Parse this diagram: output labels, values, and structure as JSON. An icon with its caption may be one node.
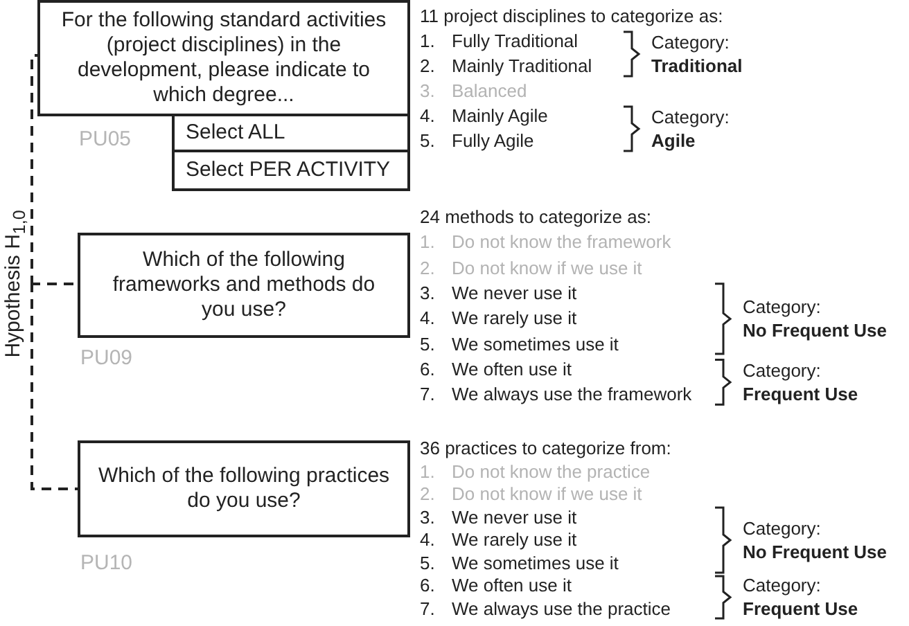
{
  "diagram": {
    "nodes": [
      {
        "text": [
          "Hypothesis H$_{1,0}$"
        ]
      },
      {
        "text": [
          "For the following standard activities (project disciplines) in the development, please indicate to which degree..."
        ],
        "beside": [
          "PU05"
        ]
      },
      {
        "text": [
          "Select ALL"
        ]
      },
      {
        "text": [
          "Select PER ACTIVITY"
        ]
      },
      {
        "text": [
          "Which of the following frameworks and methods do you use?"
        ],
        "beside": [
          "PU09"
        ]
      },
      {
        "text": [
          "Which of the following practices do you use?"
        ],
        "beside": [
          "PU10"
        ]
      }
    ],
    "edges": [
      {
        "from": 0,
        "to": 1,
        "arrow": "none",
        "style": "dashed"
      },
      {
        "from": 0,
        "to": 4,
        "arrow": "none",
        "style": "dashed"
      },
      {
        "from": 0,
        "to": 5,
        "arrow": "none",
        "style": "dashed"
      }
    ],
    "labels": [
      "11 project disciplines to categorize as:",
      "1.",
      "Fully Traditional",
      "2.",
      "Mainly Traditional",
      "Category:",
      "Traditional",
      "3.",
      "Balanced",
      "4.",
      "Mainly Agile",
      "5.",
      "Fully Agile",
      "Category:",
      "Agile",
      "24 methods to categorize as:",
      "1.",
      "Do not know the framework",
      "2.",
      "Do not know if we use it",
      "3.",
      "We never use it",
      "4.",
      "We rarely use it",
      "5.",
      "We sometimes use it",
      "Category:",
      "No Frequent Use",
      "6.",
      "We often use it",
      "7.",
      "We always use the framework",
      "Category:",
      "Frequent Use",
      "36 practices to categorize from:",
      "1.",
      "Do not know the practice",
      "2.",
      "Do not know if we use it",
      "3.",
      "We never use it",
      "4.",
      "We rarely use it",
      "5.",
      "We sometimes use it",
      "Category:",
      "No Frequent Use",
      "6.",
      "We often use it",
      "7.",
      "We always use the practice",
      "Category:",
      "Frequent Use"
    ]
  }
}
